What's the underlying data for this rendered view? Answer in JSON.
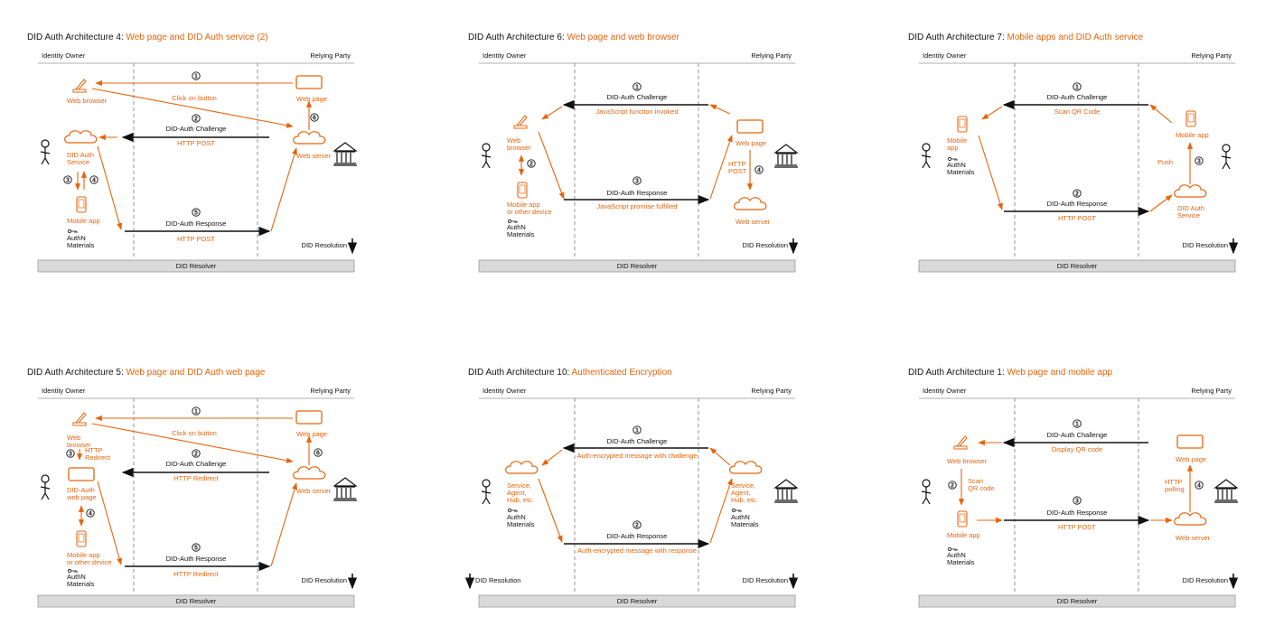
{
  "colors": {
    "orange": "#e8640c",
    "black": "#111111",
    "resolver_fill": "#d9d9d9",
    "dash": "#888888"
  },
  "icons": [
    "browser-icon",
    "cloud-icon",
    "phone-icon",
    "key-icon",
    "stick-figure-icon",
    "bank-icon"
  ],
  "panels": [
    {
      "title_prefix": "DID Auth Architecture 4: ",
      "title_highlight": "Web page and DID Auth service (2)",
      "identity_owner": "Identity Owner",
      "relying_party": "Relying Party",
      "resolver": "DID Resolver",
      "resolution_right": "DID Resolution",
      "resolution_left": "",
      "steps": [
        "1",
        "2",
        "3",
        "4",
        "5",
        "6"
      ],
      "labels": {
        "web_browser": "Web browser",
        "click": "Click on button",
        "web_page": "Web page",
        "challenge": "DID-Auth Challenge",
        "challenge_sub": "HTTP POST",
        "did_auth_service": "DID Auth\nService",
        "web_server": "Web server",
        "mobile_app": "Mobile app",
        "authn": "AuthN\nMaterials",
        "response": "DID-Auth Response",
        "response_sub": "HTTP POST"
      }
    },
    {
      "title_prefix": "DID Auth Architecture 6: ",
      "title_highlight": "Web page and web browser",
      "identity_owner": "Identity Owner",
      "relying_party": "Relying Party",
      "resolver": "DID Resolver",
      "resolution_right": "DID Resolution",
      "resolution_left": "",
      "steps": [
        "1",
        "2",
        "3",
        "4"
      ],
      "labels": {
        "challenge": "DID-Auth Challenge",
        "challenge_sub": "JavaScript function invoked",
        "web_browser": "Web\nbrowser",
        "web_page": "Web page",
        "http_post": "HTTP\nPOST",
        "mobile_app": "Mobile app\nor other device",
        "authn": "AuthN\nMaterials",
        "response": "DID-Auth Response",
        "response_sub": "JavaScript promise fulfilled",
        "web_server": "Web server"
      }
    },
    {
      "title_prefix": "DID Auth Architecture 7: ",
      "title_highlight": "Mobile apps and DID Auth service",
      "identity_owner": "Identity Owner",
      "relying_party": "Relying Party",
      "resolver": "DID Resolver",
      "resolution_right": "DID Resolution",
      "resolution_left": "",
      "steps": [
        "1",
        "2",
        "3"
      ],
      "labels": {
        "challenge": "DID-Auth Challenge",
        "challenge_sub": "Scan QR Code",
        "mobile_app_left": "Mobile\napp",
        "authn": "AuthN\nMaterials",
        "mobile_app_right": "Mobile app",
        "push": "Push",
        "response": "DID-Auth Response",
        "response_sub": "HTTP POST",
        "did_auth_service": "DID Auth\nService"
      }
    },
    {
      "title_prefix": "DID Auth Architecture 5: ",
      "title_highlight": "Web page and DID Auth web page",
      "identity_owner": "Identity Owner",
      "relying_party": "Relying Party",
      "resolver": "DID Resolver",
      "resolution_right": "DID Resolution",
      "resolution_left": "",
      "steps": [
        "1",
        "2",
        "3",
        "4",
        "5",
        "6"
      ],
      "labels": {
        "web_browser": "Web\nbrowser",
        "click": "Click on button",
        "web_page": "Web page",
        "http_redirect_small": "HTTP\nRedirect",
        "challenge": "DID-Auth Challenge",
        "challenge_sub": "HTTP Redirect",
        "did_auth_web_page": "DID-Auth\nweb page",
        "web_server": "Web server",
        "mobile_app": "Mobile app\nor other device",
        "authn": "AuthN\nMaterials",
        "response": "DID-Auth Response",
        "response_sub": "HTTP Redirect"
      }
    },
    {
      "title_prefix": "DID Auth Architecture 10: ",
      "title_highlight": "Authenticated Encryption",
      "identity_owner": "Identity Owner",
      "relying_party": "Relying Party",
      "resolver": "DID Resolver",
      "resolution_right": "DID Resolution",
      "resolution_left": "DID Resolution",
      "steps": [
        "1",
        "2"
      ],
      "labels": {
        "challenge": "DID-Auth Challenge",
        "challenge_sub": "Auth-encrypted message with challenge",
        "service_left": "Service,\nAgent,\nHub, etc.",
        "service_right": "Service,\nAgent,\nHub, etc.",
        "authn": "AuthN\nMaterials",
        "authn_right": "AuthN\nMaterials",
        "response": "DID-Auth Response",
        "response_sub": "Auth-encrypted message with response"
      }
    },
    {
      "title_prefix": "DID Auth Architecture 1: ",
      "title_highlight": "Web page and mobile app",
      "identity_owner": "Identity Owner",
      "relying_party": "Relying Party",
      "resolver": "DID Resolver",
      "resolution_right": "DID Resolution",
      "resolution_left": "",
      "steps": [
        "1",
        "2",
        "3",
        "4"
      ],
      "labels": {
        "challenge": "DID-Auth Challenge",
        "challenge_sub": "Display QR code",
        "web_browser": "Web browser",
        "web_page": "Web page",
        "scan": "Scan\nQR code",
        "http_polling": "HTTP\npolling",
        "mobile_app": "Mobile app",
        "authn": "AuthN\nMaterials",
        "response": "DID-Auth Response",
        "response_sub": "HTTP POST",
        "web_server": "Web server"
      }
    }
  ]
}
